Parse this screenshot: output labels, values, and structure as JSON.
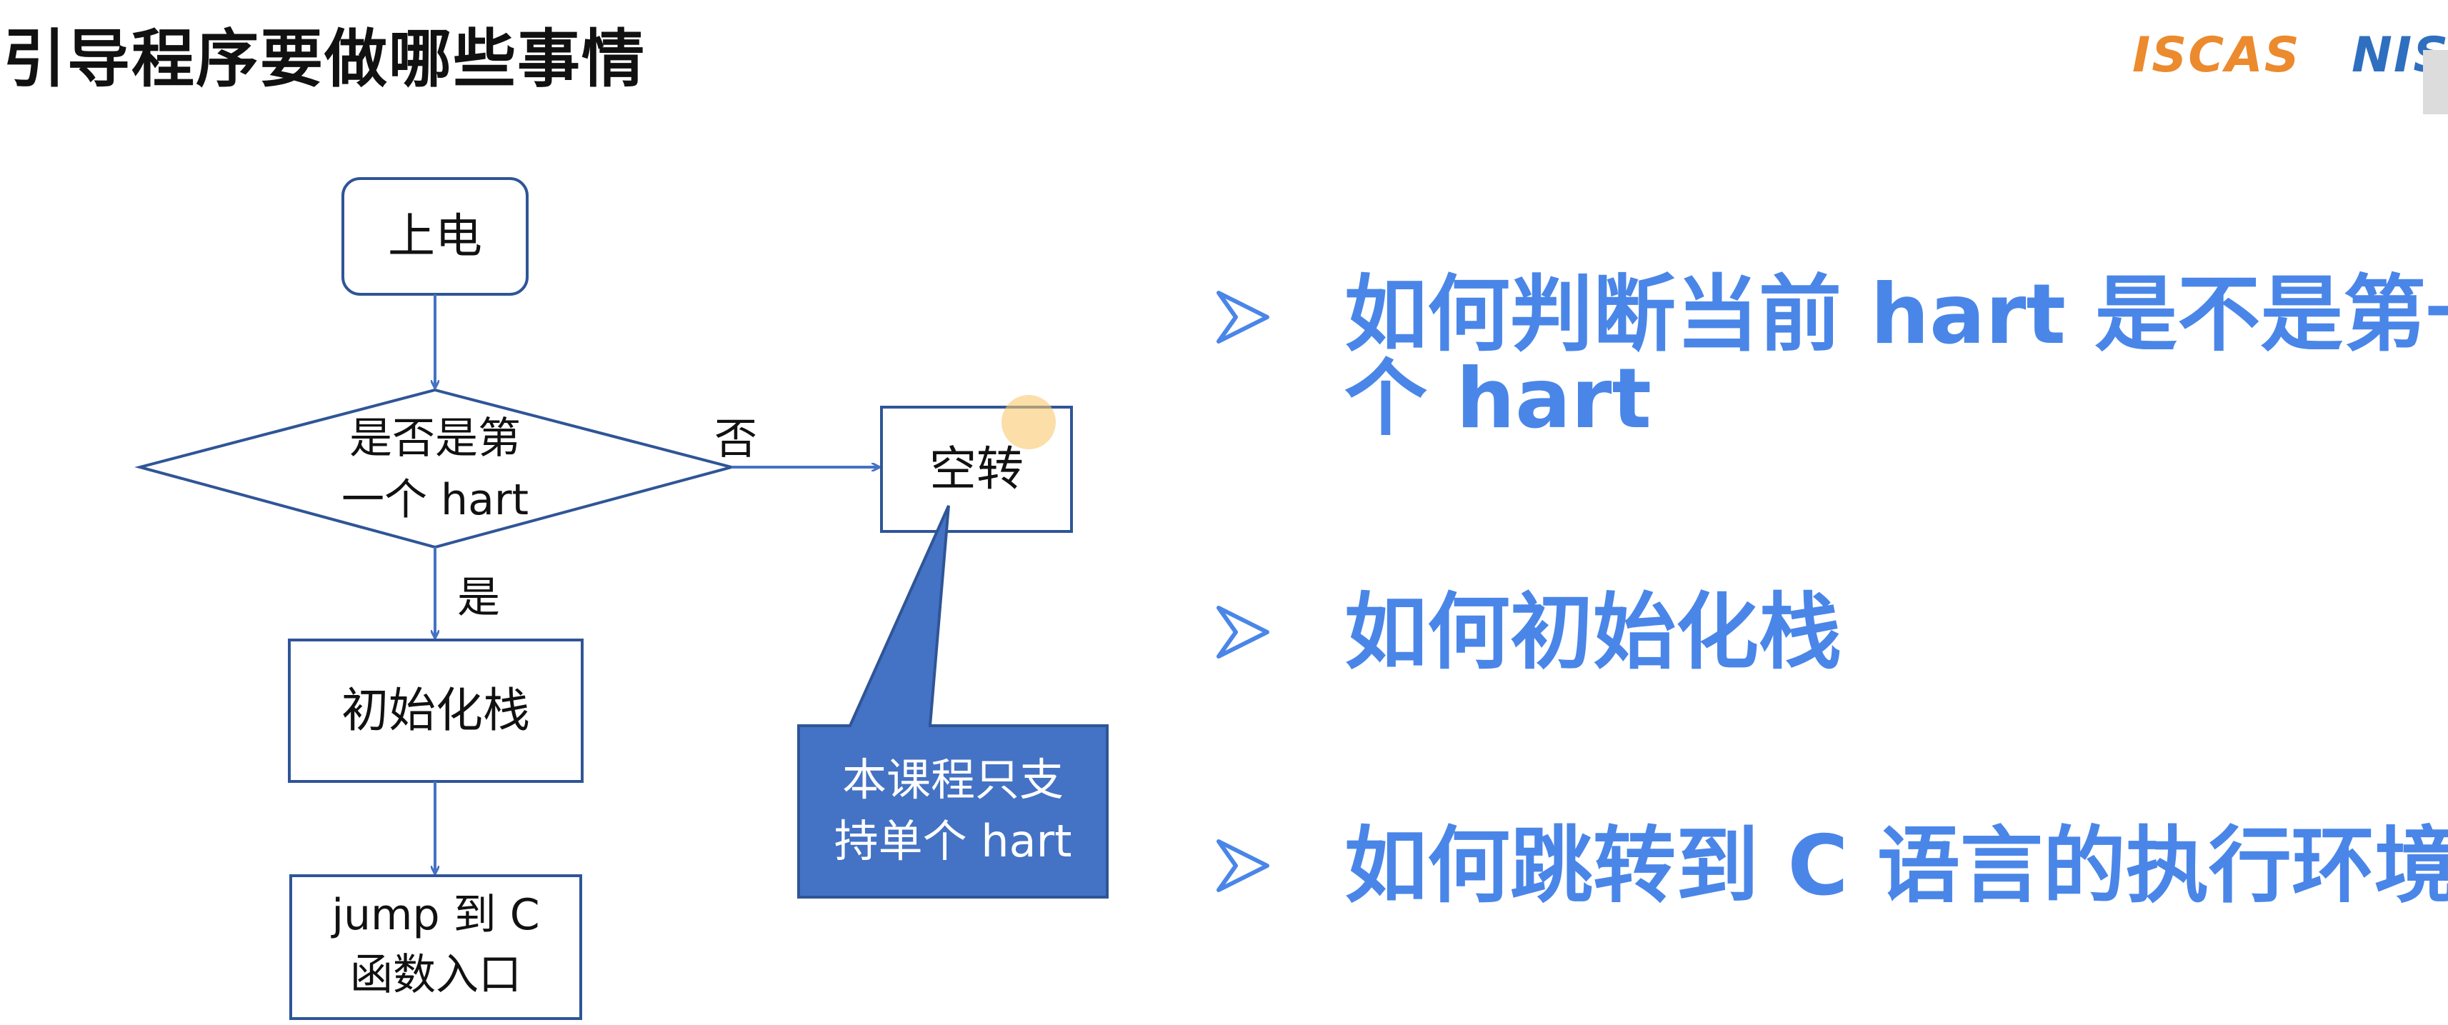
{
  "slide": {
    "title": "引导程序要做哪些事情",
    "logos": [
      "ISCAS",
      "NIS"
    ]
  },
  "flowchart": {
    "start": "上电",
    "decision_line1": "是否是第",
    "decision_line2": "一个 hart",
    "no_label": "否",
    "yes_label": "是",
    "idle": "空转",
    "init_stack": "初始化栈",
    "jump_line1": "jump 到 C",
    "jump_line2": "函数入口",
    "callout_line1": "本课程只支",
    "callout_line2": "持单个 hart",
    "colors": {
      "stroke": "#2f5597",
      "callout_fill": "#4472c4",
      "text": "#111111"
    }
  },
  "bullets": {
    "items": [
      {
        "line1": "如何判断当前 hart 是不是第一",
        "line2": "个 hart"
      },
      {
        "line1": "如何初始化栈"
      },
      {
        "line1": "如何跳转到 C 语言的执行环境"
      }
    ],
    "color": "#4a86e8"
  }
}
